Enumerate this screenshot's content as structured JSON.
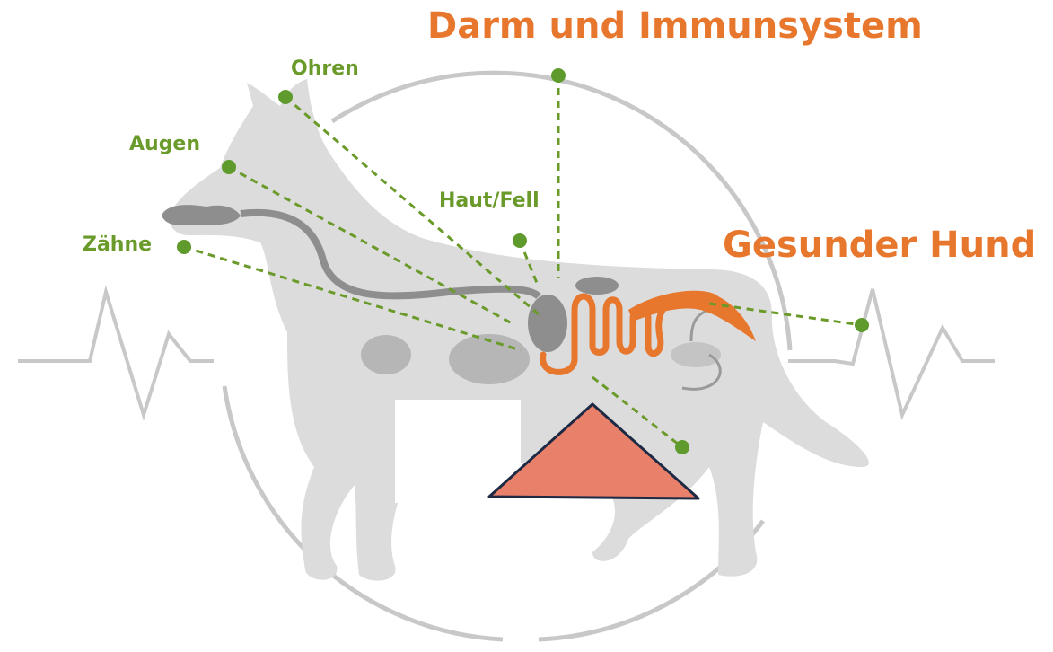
{
  "labels": {
    "title_top": "Darm und Immunsystem",
    "title_right": "Gesunder Hund",
    "ohren": "Ohren",
    "augen": "Augen",
    "zaehne": "Zähne",
    "haut_fell": "Haut/Fell"
  },
  "colors": {
    "accent_orange": "#e8772e",
    "label_green": "#6a9a2a",
    "dot_green": "#5e9a2c",
    "body_gray": "#dcdcdc",
    "organ_gray": "#9a9a9a",
    "triangle_fill": "#e8806a",
    "triangle_stroke": "#1e2a44"
  },
  "icons": {
    "dog": "dog-silhouette-icon",
    "heartbeat": "heartbeat-line-icon",
    "warning": "triangle-icon"
  }
}
